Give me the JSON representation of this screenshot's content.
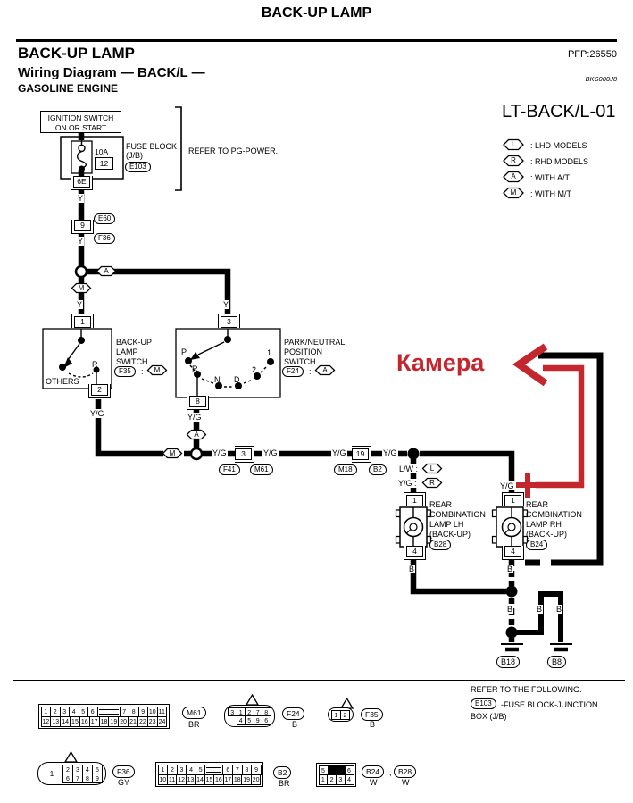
{
  "colors": {
    "annotation_red": "#c4262e",
    "ink": "#000000"
  },
  "header": {
    "page_title": "BACK-UP LAMP",
    "section_title": "BACK-UP LAMP",
    "pfp": "PFP:26550",
    "subtitle": "Wiring Diagram — BACK/L —",
    "engine": "GASOLINE ENGINE",
    "doc_code": "BKS000J8"
  },
  "diagram": {
    "sheet_id": "LT-BACK/L-01",
    "legend": [
      {
        "symbol": "L",
        "label": ": LHD MODELS"
      },
      {
        "symbol": "R",
        "label": ": RHD MODELS"
      },
      {
        "symbol": "A",
        "label": ": WITH A/T"
      },
      {
        "symbol": "M",
        "label": ": WITH M/T"
      }
    ],
    "ignition": {
      "line1": "IGNITION SWITCH",
      "line2": "ON OR START"
    },
    "fuse": {
      "rating": "10A",
      "number": "12",
      "label1": "FUSE BLOCK",
      "label2": "(J/B)",
      "connector": "E103",
      "note": "REFER TO PG-POWER."
    },
    "pins": {
      "p6e": "6E",
      "p9": "9",
      "p1_bl": "1",
      "p2_bl": "2",
      "p3_pn": "3",
      "p8_pn": "8",
      "p3_joint": "3",
      "p19_joint": "19",
      "p1_lh": "1",
      "p4_lh": "4",
      "p1_rh": "1",
      "p4_rh": "4"
    },
    "refs": {
      "e60": "E60",
      "f36": "F36",
      "f35": "F35",
      "f24": "F24",
      "f41": "F41",
      "m61": "M61",
      "m18": "M18",
      "b2": "B2",
      "b28": "B28",
      "b24": "B24",
      "b18": "B18",
      "b8": "B8"
    },
    "wire": {
      "y": "Y",
      "yg": "Y/G",
      "yg_colon": "Y/G :",
      "lw_colon": "L/W :",
      "b": "B"
    },
    "colon": ":",
    "hexes": {
      "a": "A",
      "m": "M",
      "l": "L",
      "r": "R"
    },
    "backup_switch": {
      "name1": "BACK-UP",
      "name2": "LAMP",
      "name3": "SWITCH",
      "connector": "F35",
      "hex": "M",
      "pos_r": "R",
      "pos_others": "OTHERS"
    },
    "pnp_switch": {
      "name1": "PARK/NEUTRAL",
      "name2": "POSITION",
      "name3": "SWITCH",
      "connector": "F24",
      "hex": "A",
      "positions": [
        "P",
        "R",
        "N",
        "D",
        "2",
        "1"
      ]
    },
    "lamp_lh": {
      "l1": "REAR",
      "l2": "COMBINATION",
      "l3": "LAMP LH",
      "l4": "(BACK-UP)",
      "connector": "B28"
    },
    "lamp_rh": {
      "l1": "REAR",
      "l2": "COMBINATION",
      "l3": "LAMP RH",
      "l4": "(BACK-UP)",
      "connector": "B24"
    },
    "grounds": {
      "left": "B18",
      "right": "B8"
    },
    "annotation": {
      "text": "Камера",
      "plus": "+"
    }
  },
  "footer": {
    "refer1": "REFER TO THE FOLLOWING.",
    "refer2_conn": "E103",
    "refer2_text": "-FUSE BLOCK-JUNCTION",
    "refer3": "BOX (J/B)",
    "connectors": {
      "m61": {
        "label": "M61",
        "color": "BR",
        "top": [
          "1",
          "2",
          "3",
          "4",
          "5",
          "6",
          "::bar::",
          "7",
          "8",
          "9",
          "10",
          "11"
        ],
        "bottom": [
          "12",
          "13",
          "14",
          "15",
          "16",
          "17",
          "18",
          "19",
          "20",
          "21",
          "22",
          "23",
          "24"
        ]
      },
      "f24": {
        "label": "F24",
        "color": "B",
        "top": [
          "3",
          "1",
          "2",
          "7",
          "8"
        ],
        "bottom": [
          "4",
          "5",
          "9",
          "6"
        ]
      },
      "f35": {
        "label": "F35",
        "color": "B",
        "top": [
          "1",
          "2"
        ]
      },
      "f36": {
        "label": "F36",
        "color": "GY",
        "big": "1",
        "top": [
          "2",
          "3",
          "4",
          "5"
        ],
        "bottom": [
          "6",
          "7",
          "8",
          "9"
        ]
      },
      "b2": {
        "label": "B2",
        "color": "BR",
        "top": [
          "1",
          "2",
          "3",
          "4",
          "5",
          "::bar::",
          "6",
          "7",
          "8",
          "9"
        ],
        "bottom": [
          "10",
          "11",
          "12",
          "13",
          "14",
          "15",
          "16",
          "17",
          "18",
          "19",
          "20"
        ]
      },
      "b24b28": {
        "label1": "B24",
        "comma": ",",
        "label2": "B28",
        "color1": "W",
        "color2": "W",
        "top": [
          "5",
          "::fill::",
          "6"
        ],
        "bottom": [
          "1",
          "2",
          "3",
          "4"
        ]
      }
    }
  }
}
